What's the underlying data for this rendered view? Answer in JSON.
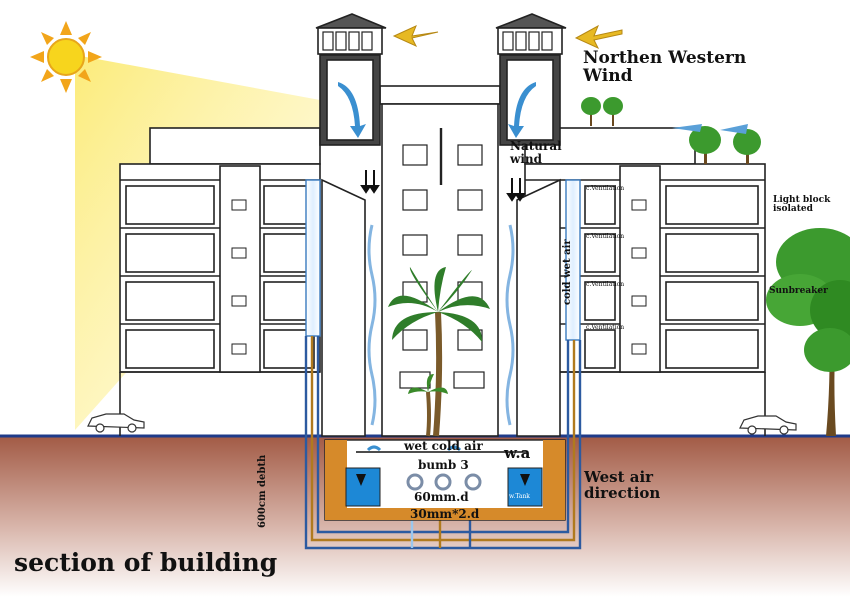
{
  "labels": {
    "wind_title_line1": "Northen Western",
    "wind_title_line2": "Wind",
    "natural_wind_line1": "Natural",
    "natural_wind_line2": "wind",
    "light_block_line1": "Light block",
    "light_block_line2": "isolated",
    "sunbreaker": "Sunbreaker",
    "cold_wet_air": "cold wet air",
    "ventilation": "c.Ventilation",
    "wet_cold_air": "wet  cold air",
    "pump": "bumb 3",
    "pipe_1": "60mm.d",
    "pipe_2": "30mm*2.d",
    "wa": "w.a",
    "tank_label": "w.Tank",
    "depth": "600cm debth",
    "west_air_line1": "West air",
    "west_air_line2": "direction",
    "section_title": "section of building"
  },
  "colors": {
    "sun": "#f4c430",
    "sun_glow": "#fbe96b",
    "ground": "#a25a45",
    "water_tank": "#1d88d6",
    "pipe_blue": "#2c5aa0",
    "pipe_brown": "#b07a1e",
    "tank_frame": "#d68a2a",
    "tree_green": "#3c9a2e",
    "airflow": "#6fa8dc"
  }
}
